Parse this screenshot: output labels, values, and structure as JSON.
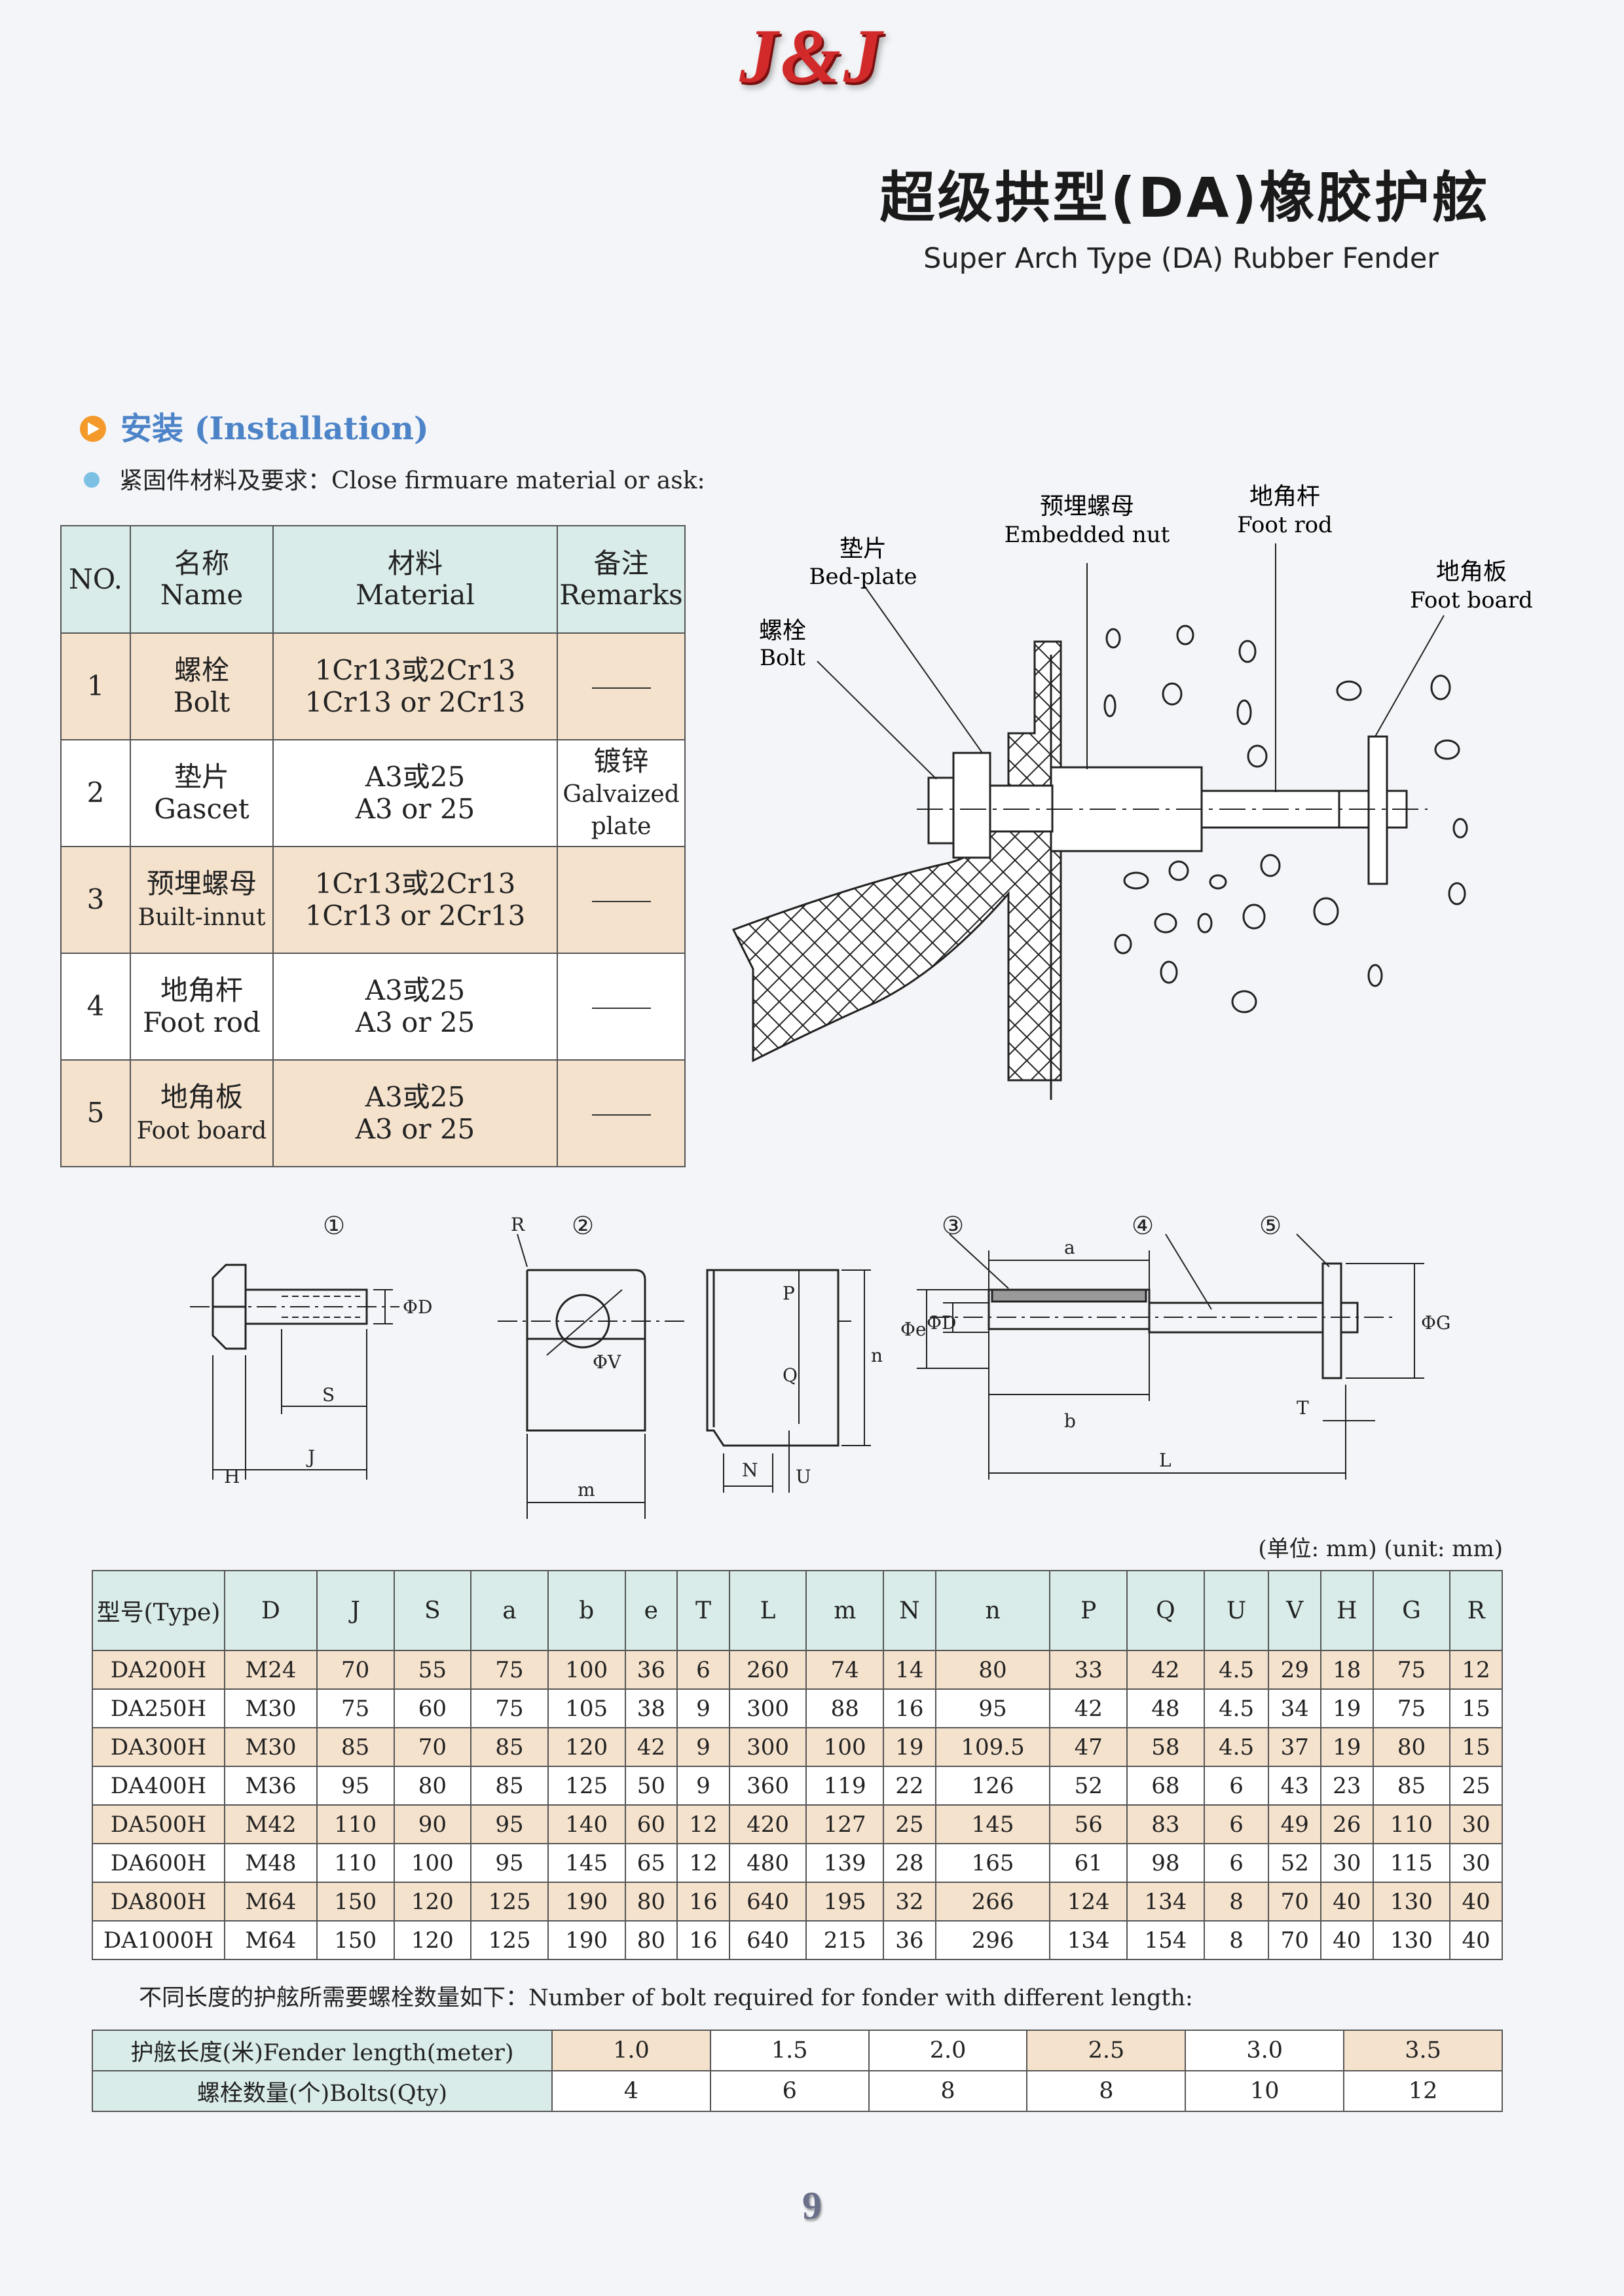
{
  "brand": {
    "logo": "J&J"
  },
  "header": {
    "title_cn": "超级拱型(DA)橡胶护舷",
    "title_en": "Super Arch Type (DA) Rubber Fender"
  },
  "section": {
    "title": "安装 (Installation)"
  },
  "fastener_note": "紧固件材料及要求：Close firmuare material or ask:",
  "material_table": {
    "headers": [
      {
        "cn": "NO.",
        "en": ""
      },
      {
        "cn": "名称",
        "en": "Name"
      },
      {
        "cn": "材料",
        "en": "Material"
      },
      {
        "cn": "备注",
        "en": "Remarks"
      }
    ],
    "rows": [
      {
        "no": "1",
        "name_cn": "螺栓",
        "name_en": "Bolt",
        "mat_cn": "1Cr13或2Cr13",
        "mat_en": "1Cr13 or 2Cr13",
        "rem_cn": "",
        "rem_en1": "",
        "rem_en2": ""
      },
      {
        "no": "2",
        "name_cn": "垫片",
        "name_en": "Gascet",
        "mat_cn": "A3或25",
        "mat_en": "A3 or 25",
        "rem_cn": "镀锌",
        "rem_en1": "Galvaized",
        "rem_en2": "plate"
      },
      {
        "no": "3",
        "name_cn": "预埋螺母",
        "name_en": "Built-innut",
        "mat_cn": "1Cr13或2Cr13",
        "mat_en": "1Cr13 or 2Cr13",
        "rem_cn": "",
        "rem_en1": "",
        "rem_en2": ""
      },
      {
        "no": "4",
        "name_cn": "地角杆",
        "name_en": "Foot rod",
        "mat_cn": "A3或25",
        "mat_en": "A3 or 25",
        "rem_cn": "",
        "rem_en1": "",
        "rem_en2": ""
      },
      {
        "no": "5",
        "name_cn": "地角板",
        "name_en": "Foot board",
        "mat_cn": "A3或25",
        "mat_en": "A3 or 25",
        "rem_cn": "",
        "rem_en1": "",
        "rem_en2": ""
      }
    ]
  },
  "diagram_labels": {
    "embedded_cn": "预埋螺母",
    "embedded_en": "Embedded nut",
    "footrod_cn": "地角杆",
    "footrod_en": "Foot rod",
    "bedplate_cn": "垫片",
    "bedplate_en": "Bed-plate",
    "footboard_cn": "地角板",
    "footboard_en": "Foot board",
    "bolt_cn": "螺栓",
    "bolt_en": "Bolt"
  },
  "parts_labels": {
    "c1": "①",
    "c2": "②",
    "c3": "③",
    "c4": "④",
    "c5": "⑤",
    "phiD": "ΦD",
    "S": "S",
    "H": "H",
    "J": "J",
    "R": "R",
    "phiV": "ΦV",
    "m": "m",
    "P": "P",
    "Q": "Q",
    "n": "n",
    "N": "N",
    "U": "U",
    "a": "a",
    "phie": "Φe",
    "phiD2": "ΦD",
    "phiG": "ΦG",
    "T": "T",
    "b": "b",
    "L": "L"
  },
  "unit_note": "(单位: mm)  (unit: mm)",
  "dim_table": {
    "headers": [
      "型号(Type)",
      "D",
      "J",
      "S",
      "a",
      "b",
      "e",
      "T",
      "L",
      "m",
      "N",
      "n",
      "P",
      "Q",
      "U",
      "V",
      "H",
      "G",
      "R"
    ],
    "rows": [
      [
        "DA200H",
        "M24",
        "70",
        "55",
        "75",
        "100",
        "36",
        "6",
        "260",
        "74",
        "14",
        "80",
        "33",
        "42",
        "4.5",
        "29",
        "18",
        "75",
        "12"
      ],
      [
        "DA250H",
        "M30",
        "75",
        "60",
        "75",
        "105",
        "38",
        "9",
        "300",
        "88",
        "16",
        "95",
        "42",
        "48",
        "4.5",
        "34",
        "19",
        "75",
        "15"
      ],
      [
        "DA300H",
        "M30",
        "85",
        "70",
        "85",
        "120",
        "42",
        "9",
        "300",
        "100",
        "19",
        "109.5",
        "47",
        "58",
        "4.5",
        "37",
        "19",
        "80",
        "15"
      ],
      [
        "DA400H",
        "M36",
        "95",
        "80",
        "85",
        "125",
        "50",
        "9",
        "360",
        "119",
        "22",
        "126",
        "52",
        "68",
        "6",
        "43",
        "23",
        "85",
        "25"
      ],
      [
        "DA500H",
        "M42",
        "110",
        "90",
        "95",
        "140",
        "60",
        "12",
        "420",
        "127",
        "25",
        "145",
        "56",
        "83",
        "6",
        "49",
        "26",
        "110",
        "30"
      ],
      [
        "DA600H",
        "M48",
        "110",
        "100",
        "95",
        "145",
        "65",
        "12",
        "480",
        "139",
        "28",
        "165",
        "61",
        "98",
        "6",
        "52",
        "30",
        "115",
        "30"
      ],
      [
        "DA800H",
        "M64",
        "150",
        "120",
        "125",
        "190",
        "80",
        "16",
        "640",
        "195",
        "32",
        "266",
        "124",
        "134",
        "8",
        "70",
        "40",
        "130",
        "40"
      ],
      [
        "DA1000H",
        "M64",
        "150",
        "120",
        "125",
        "190",
        "80",
        "16",
        "640",
        "215",
        "36",
        "296",
        "134",
        "154",
        "8",
        "70",
        "40",
        "130",
        "40"
      ]
    ]
  },
  "bolt_note": "不同长度的护舷所需要螺栓数量如下：Number of bolt required for fonder with different length:",
  "bolt_table": {
    "length_label": "护舷长度(米)Fender length(meter)",
    "qty_label": "螺栓数量(个)Bolts(Qty)",
    "lengths": [
      "1.0",
      "1.5",
      "2.0",
      "2.5",
      "3.0",
      "3.5"
    ],
    "qty": [
      "4",
      "6",
      "8",
      "8",
      "10",
      "12"
    ]
  },
  "footer": {
    "page": "9"
  }
}
